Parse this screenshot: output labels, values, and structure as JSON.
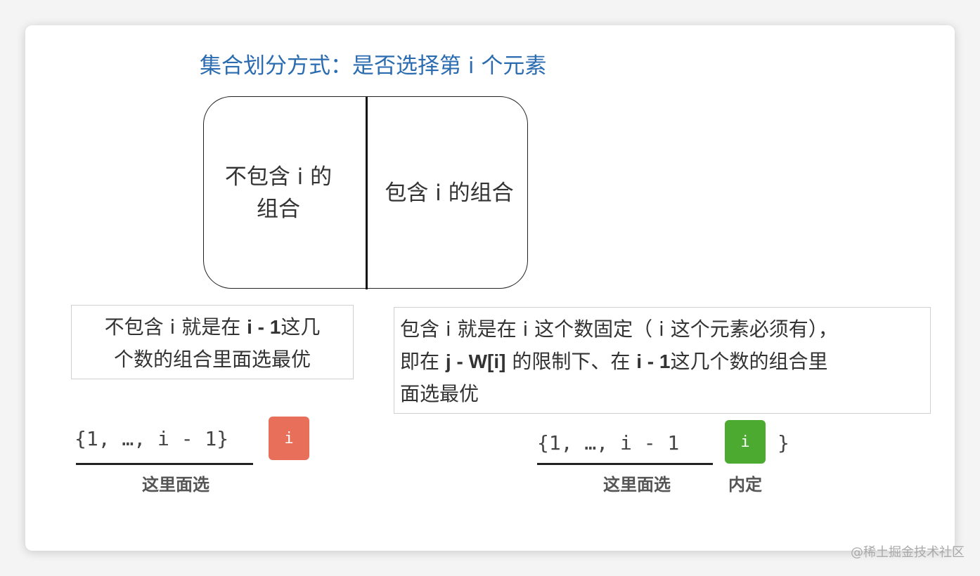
{
  "title": "集合划分方式：是否选择第 i 个元素",
  "box": {
    "left_text_1": "不包含 i 的",
    "left_text_2": "组合",
    "right_text": "包含 i 的组合"
  },
  "explain_left": {
    "line1_a": "不包含 i  就是在 ",
    "line1_b": "i - 1",
    "line1_c": "这几",
    "line2": "个数的组合里面选最优"
  },
  "explain_right": {
    "line1": "包含 i  就是在 i 这个数固定（ i 这个元素必须有），",
    "line2_a": "即在 ",
    "line2_b": "j - W[i]",
    "line2_c": " 的限制下、在 ",
    "line2_d": "i - 1",
    "line2_e": "这几个数的组合里",
    "line3": "面选最优"
  },
  "left_example": {
    "set_text": "{1, …, i - 1}",
    "badge": "i",
    "caption": "这里面选",
    "badge_color": "#e8705a"
  },
  "right_example": {
    "set_text": "{1, …, i - 1",
    "badge": "i",
    "close_brace": "}",
    "caption": "这里面选",
    "badge_caption": "内定",
    "badge_color": "#4caa30"
  },
  "watermark": "@稀土掘金技术社区"
}
